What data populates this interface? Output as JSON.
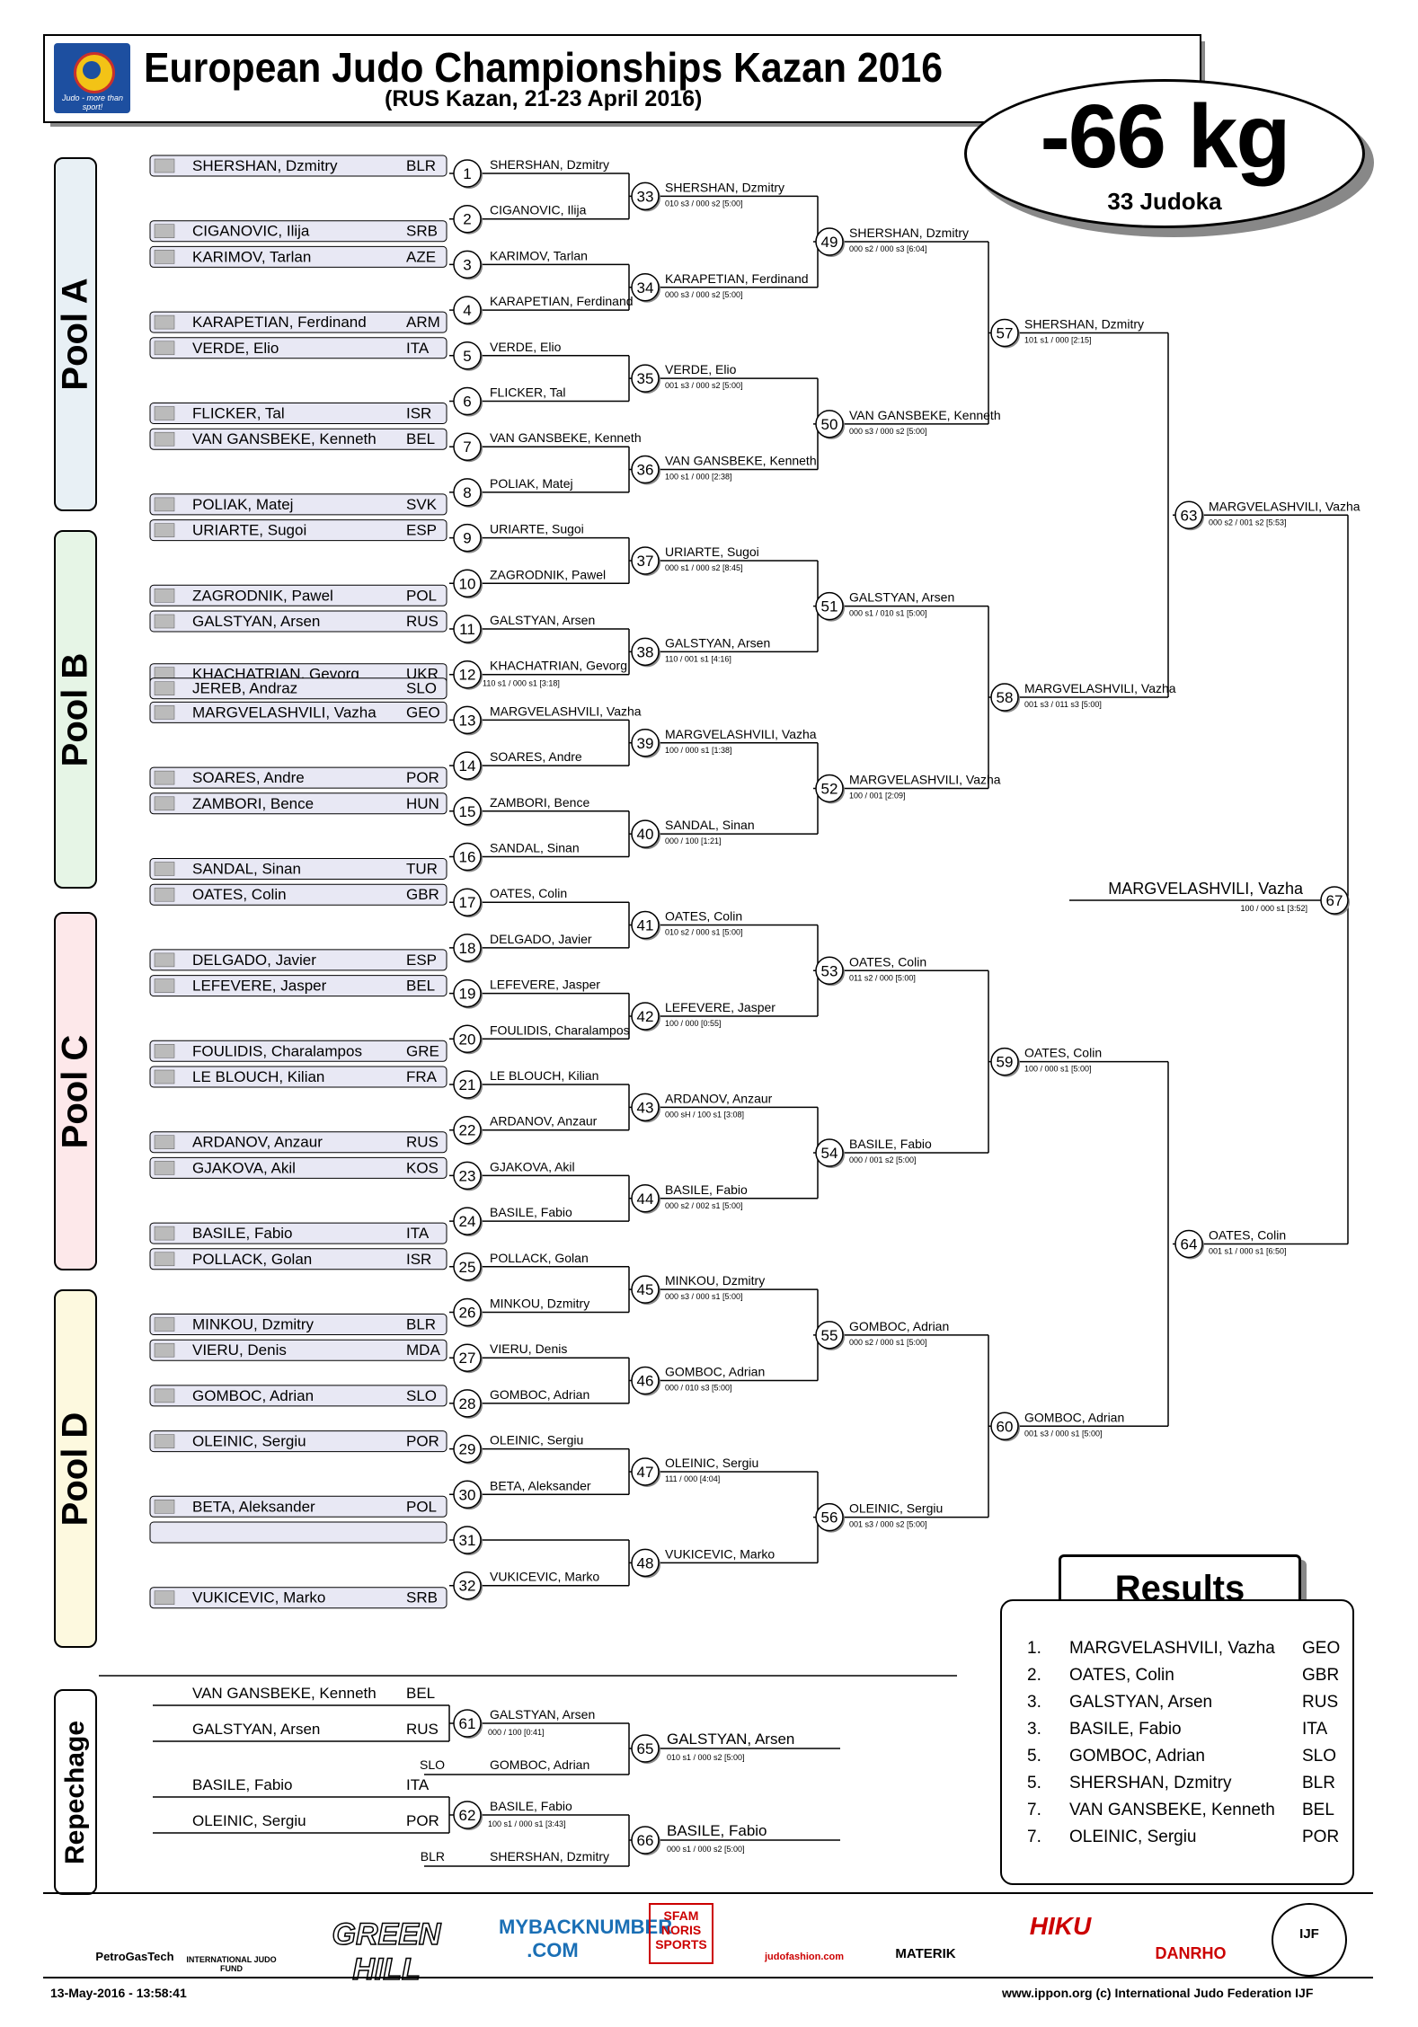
{
  "header": {
    "title": "European Judo Championships Kazan 2016",
    "subtitle": "(RUS Kazan, 21-23 April 2016)",
    "weight": "-66 kg",
    "judoka": "33 Judoka",
    "logo_tagline": "Judo - more than sport!"
  },
  "pools": [
    "Pool A",
    "Pool B",
    "Pool C",
    "Pool D"
  ],
  "athletes": [
    {
      "n": 1,
      "name": "SHERSHAN, Dzmitry",
      "c": "BLR",
      "side": "up"
    },
    {
      "n": 2,
      "name": "CIGANOVIC, Ilija",
      "c": "SRB",
      "side": "down"
    },
    {
      "n": 3,
      "name": "KARIMOV, Tarlan",
      "c": "AZE",
      "side": "up"
    },
    {
      "n": 4,
      "name": "KARAPETIAN, Ferdinand",
      "c": "ARM",
      "side": "down"
    },
    {
      "n": 5,
      "name": "VERDE, Elio",
      "c": "ITA",
      "side": "up"
    },
    {
      "n": 6,
      "name": "FLICKER, Tal",
      "c": "ISR",
      "side": "down"
    },
    {
      "n": 7,
      "name": "VAN GANSBEKE, Kenneth",
      "c": "BEL",
      "side": "up"
    },
    {
      "n": 8,
      "name": "POLIAK, Matej",
      "c": "SVK",
      "side": "down"
    },
    {
      "n": 9,
      "name": "URIARTE, Sugoi",
      "c": "ESP",
      "side": "up"
    },
    {
      "n": 10,
      "name": "ZAGRODNIK, Pawel",
      "c": "POL",
      "side": "down"
    },
    {
      "n": 11,
      "name": "GALSTYAN, Arsen",
      "c": "RUS",
      "side": "up"
    },
    {
      "n": 12,
      "name": "KHACHATRIAN, Gevorg",
      "c": "UKR",
      "side": "down"
    },
    {
      "n": 13,
      "name": "JEREB, Andraz",
      "c": "SLO",
      "side": "up"
    },
    {
      "n": 14,
      "name": "MARGVELASHVILI, Vazha",
      "c": "GEO",
      "side": "up"
    },
    {
      "n": 15,
      "name": "SOARES, Andre",
      "c": "POR",
      "side": "down"
    },
    {
      "n": 16,
      "name": "ZAMBORI, Bence",
      "c": "HUN",
      "side": "up"
    },
    {
      "n": 17,
      "name": "SANDAL, Sinan",
      "c": "TUR",
      "side": "down"
    },
    {
      "n": 18,
      "name": "OATES, Colin",
      "c": "GBR",
      "side": "up"
    },
    {
      "n": 19,
      "name": "DELGADO, Javier",
      "c": "ESP",
      "side": "down"
    },
    {
      "n": 20,
      "name": "LEFEVERE, Jasper",
      "c": "BEL",
      "side": "up"
    },
    {
      "n": 21,
      "name": "FOULIDIS, Charalampos",
      "c": "GRE",
      "side": "down"
    },
    {
      "n": 22,
      "name": "LE BLOUCH, Kilian",
      "c": "FRA",
      "side": "up"
    },
    {
      "n": 23,
      "name": "ARDANOV, Anzaur",
      "c": "RUS",
      "side": "down"
    },
    {
      "n": 24,
      "name": "GJAKOVA, Akil",
      "c": "KOS",
      "side": "up"
    },
    {
      "n": 25,
      "name": "BASILE, Fabio",
      "c": "ITA",
      "side": "down"
    },
    {
      "n": 26,
      "name": "POLLACK, Golan",
      "c": "ISR",
      "side": "up"
    },
    {
      "n": 27,
      "name": "MINKOU, Dzmitry",
      "c": "BLR",
      "side": "down"
    },
    {
      "n": 28,
      "name": "VIERU, Denis",
      "c": "MDA",
      "side": "up"
    },
    {
      "n": 29,
      "name": "GOMBOC, Adrian",
      "c": "SLO",
      "side": "up"
    },
    {
      "n": 30,
      "name": "OLEINIC, Sergiu",
      "c": "POR",
      "side": "up"
    },
    {
      "n": 31,
      "name": "BETA, Aleksander",
      "c": "POL",
      "side": "down"
    },
    {
      "n": 32,
      "name": "",
      "c": "",
      "side": "up"
    },
    {
      "n": 33,
      "name": "VUKICEVIC, Marko",
      "c": "SRB",
      "side": "down"
    }
  ],
  "r1": [
    {
      "num": "1",
      "name": "SHERSHAN, Dzmitry"
    },
    {
      "num": "2",
      "name": "CIGANOVIC, Ilija"
    },
    {
      "num": "3",
      "name": "KARIMOV, Tarlan"
    },
    {
      "num": "4",
      "name": "KARAPETIAN, Ferdinand"
    },
    {
      "num": "5",
      "name": "VERDE, Elio"
    },
    {
      "num": "6",
      "name": "FLICKER, Tal"
    },
    {
      "num": "7",
      "name": "VAN GANSBEKE, Kenneth"
    },
    {
      "num": "8",
      "name": "POLIAK, Matej"
    },
    {
      "num": "9",
      "name": "URIARTE, Sugoi"
    },
    {
      "num": "10",
      "name": "ZAGRODNIK, Pawel"
    },
    {
      "num": "11",
      "name": "GALSTYAN, Arsen"
    },
    {
      "num": "12",
      "name": "KHACHATRIAN, Gevorg",
      "score": "110 s1 / 000 s1 [3:18]"
    },
    {
      "num": "13",
      "name": "MARGVELASHVILI, Vazha"
    },
    {
      "num": "14",
      "name": "SOARES, Andre"
    },
    {
      "num": "15",
      "name": "ZAMBORI, Bence"
    },
    {
      "num": "16",
      "name": "SANDAL, Sinan"
    },
    {
      "num": "17",
      "name": "OATES, Colin"
    },
    {
      "num": "18",
      "name": "DELGADO, Javier"
    },
    {
      "num": "19",
      "name": "LEFEVERE, Jasper"
    },
    {
      "num": "20",
      "name": "FOULIDIS, Charalampos"
    },
    {
      "num": "21",
      "name": "LE BLOUCH, Kilian"
    },
    {
      "num": "22",
      "name": "ARDANOV, Anzaur"
    },
    {
      "num": "23",
      "name": "GJAKOVA, Akil"
    },
    {
      "num": "24",
      "name": "BASILE, Fabio"
    },
    {
      "num": "25",
      "name": "POLLACK, Golan"
    },
    {
      "num": "26",
      "name": "MINKOU, Dzmitry"
    },
    {
      "num": "27",
      "name": "VIERU, Denis"
    },
    {
      "num": "28",
      "name": "GOMBOC, Adrian"
    },
    {
      "num": "29",
      "name": "OLEINIC, Sergiu"
    },
    {
      "num": "30",
      "name": "BETA, Aleksander"
    },
    {
      "num": "31",
      "name": ""
    },
    {
      "num": "32",
      "name": "VUKICEVIC, Marko"
    }
  ],
  "r2": [
    {
      "num": "33",
      "name": "SHERSHAN, Dzmitry",
      "score": "010 s3 / 000 s2 [5:00]"
    },
    {
      "num": "34",
      "name": "KARAPETIAN, Ferdinand",
      "score": "000 s3 / 000 s2 [5:00]"
    },
    {
      "num": "35",
      "name": "VERDE, Elio",
      "score": "001 s3 / 000 s2 [5:00]"
    },
    {
      "num": "36",
      "name": "VAN GANSBEKE, Kenneth",
      "score": "100 s1 / 000 [2:38]"
    },
    {
      "num": "37",
      "name": "URIARTE, Sugoi",
      "score": "000 s1 / 000 s2 [8:45]"
    },
    {
      "num": "38",
      "name": "GALSTYAN, Arsen",
      "score": "110 / 001 s1 [4:16]"
    },
    {
      "num": "39",
      "name": "MARGVELASHVILI, Vazha",
      "score": "100 / 000 s1 [1:38]"
    },
    {
      "num": "40",
      "name": "SANDAL, Sinan",
      "score": "000 / 100 [1:21]"
    },
    {
      "num": "41",
      "name": "OATES, Colin",
      "score": "010 s2 / 000 s1 [5:00]"
    },
    {
      "num": "42",
      "name": "LEFEVERE, Jasper",
      "score": "100 / 000 [0:55]"
    },
    {
      "num": "43",
      "name": "ARDANOV, Anzaur",
      "score": "000 sH / 100 s1 [3:08]"
    },
    {
      "num": "44",
      "name": "BASILE, Fabio",
      "score": "000 s2 / 002 s1 [5:00]"
    },
    {
      "num": "45",
      "name": "MINKOU, Dzmitry",
      "score": "000 s3 / 000 s1 [5:00]"
    },
    {
      "num": "46",
      "name": "GOMBOC, Adrian",
      "score": "000 / 010 s3 [5:00]"
    },
    {
      "num": "47",
      "name": "OLEINIC, Sergiu",
      "score": "111 / 000 [4:04]"
    },
    {
      "num": "48",
      "name": "VUKICEVIC, Marko",
      "score": ""
    }
  ],
  "r3": [
    {
      "num": "49",
      "name": "SHERSHAN, Dzmitry",
      "score": "000 s2 / 000 s3 [6:04]"
    },
    {
      "num": "50",
      "name": "VAN GANSBEKE, Kenneth",
      "score": "000 s3 / 000 s2 [5:00]"
    },
    {
      "num": "51",
      "name": "GALSTYAN, Arsen",
      "score": "000 s1 / 010 s1 [5:00]"
    },
    {
      "num": "52",
      "name": "MARGVELASHVILI, Vazha",
      "score": "100 / 001 [2:09]"
    },
    {
      "num": "53",
      "name": "OATES, Colin",
      "score": "011 s2 / 000 [5:00]"
    },
    {
      "num": "54",
      "name": "BASILE, Fabio",
      "score": "000 / 001 s2 [5:00]"
    },
    {
      "num": "55",
      "name": "GOMBOC, Adrian",
      "score": "000 s2 / 000 s1 [5:00]"
    },
    {
      "num": "56",
      "name": "OLEINIC, Sergiu",
      "score": "001 s3 / 000 s2 [5:00]"
    }
  ],
  "r4": [
    {
      "num": "57",
      "name": "SHERSHAN, Dzmitry",
      "score": "101 s1 / 000 [2:15]"
    },
    {
      "num": "58",
      "name": "MARGVELASHVILI, Vazha",
      "score": "001 s3 / 011 s3 [5:00]"
    },
    {
      "num": "59",
      "name": "OATES, Colin",
      "score": "100 / 000 s1 [5:00]"
    },
    {
      "num": "60",
      "name": "GOMBOC, Adrian",
      "score": "001 s3 / 000 s1 [5:00]"
    }
  ],
  "r5": [
    {
      "num": "63",
      "name": "MARGVELASHVILI, Vazha",
      "score": "000 s2 / 001 s2 [5:53]"
    },
    {
      "num": "64",
      "name": "OATES, Colin",
      "score": "001 s1 / 000 s1 [6:50]"
    }
  ],
  "final": {
    "num": "67",
    "name": "MARGVELASHVILI, Vazha",
    "score": "100 / 000 s1 [3:52]"
  },
  "repechage": {
    "label": "Repechage",
    "rows": [
      {
        "name": "VAN GANSBEKE, Kenneth",
        "c": "BEL"
      },
      {
        "name": "GALSTYAN, Arsen",
        "c": "RUS"
      },
      {
        "name": "BASILE, Fabio",
        "c": "ITA"
      },
      {
        "name": "OLEINIC, Sergiu",
        "c": "POR"
      }
    ],
    "m61": {
      "num": "61",
      "name": "GALSTYAN, Arsen",
      "score": "000 / 100 [0:41]"
    },
    "m62": {
      "num": "62",
      "name": "BASILE, Fabio",
      "score": "100 s1 / 000 s1 [3:43]"
    },
    "m65": {
      "num": "65",
      "name": "GALSTYAN, Arsen",
      "score": "010 s1 / 000 s2 [5:00]",
      "opp": "GOMBOC, Adrian",
      "oc": "SLO"
    },
    "m66": {
      "num": "66",
      "name": "BASILE, Fabio",
      "score": "000 s1 / 000 s2 [5:00]",
      "opp": "SHERSHAN, Dzmitry",
      "oc": "BLR"
    }
  },
  "results": {
    "title": "Results",
    "rows": [
      {
        "rank": "1.",
        "name": "MARGVELASHVILI, Vazha",
        "c": "GEO"
      },
      {
        "rank": "2.",
        "name": "OATES, Colin",
        "c": "GBR"
      },
      {
        "rank": "3.",
        "name": "GALSTYAN, Arsen",
        "c": "RUS"
      },
      {
        "rank": "3.",
        "name": "BASILE, Fabio",
        "c": "ITA"
      },
      {
        "rank": "5.",
        "name": "GOMBOC, Adrian",
        "c": "SLO"
      },
      {
        "rank": "5.",
        "name": "SHERSHAN, Dzmitry",
        "c": "BLR"
      },
      {
        "rank": "7.",
        "name": "VAN GANSBEKE, Kenneth",
        "c": "BEL"
      },
      {
        "rank": "7.",
        "name": "OLEINIC, Sergiu",
        "c": "POR"
      }
    ]
  },
  "sponsors": [
    "PetroGasTech",
    "INTERNATIONAL JUDO FUND",
    "GREEN HILL",
    "MYBACKNUMBER .COM",
    "SFAM NORIS SPORTS",
    "judofashion.com",
    "MATERIK",
    "HIKU",
    "DANRHO",
    "IJF"
  ],
  "footer": {
    "date": "13-May-2016 - 13:58:41",
    "site": "www.ippon.org   (c) International Judo Federation IJF"
  },
  "colors": {
    "poolA": "#e8f0f5",
    "poolB": "#e6f5e6",
    "poolC": "#fde8ea",
    "poolD": "#fdf9df",
    "name_box_fill": "#e8e8f4"
  }
}
